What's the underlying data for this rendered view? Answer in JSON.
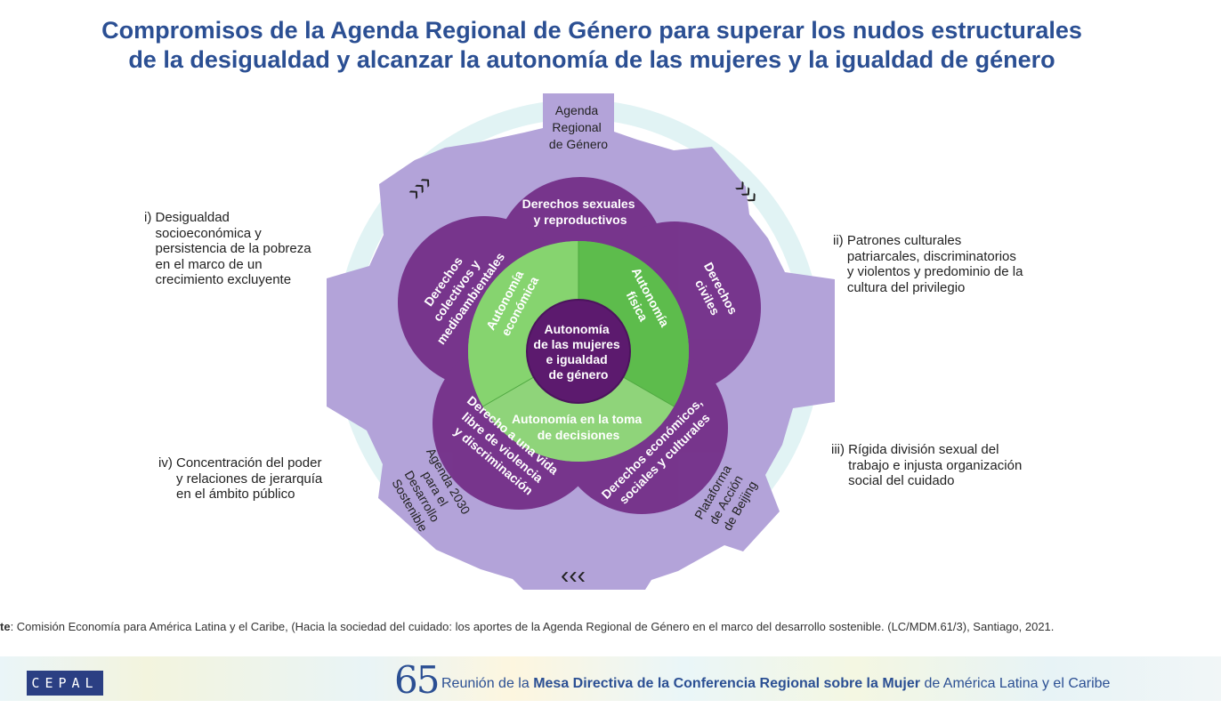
{
  "title": {
    "line1": "Compromisos de la Agenda Regional de Género para superar los nudos estructurales",
    "line2": "de la desigualdad y alcanzar la autonomía de las mujeres y la igualdad de género"
  },
  "knots": {
    "i": {
      "num": "i) ",
      "lines": [
        "Desigualdad",
        "socioeconómica y",
        "persistencia de la pobreza",
        "en el marco de un",
        "crecimiento excluyente"
      ]
    },
    "ii": {
      "num": "ii) ",
      "lines": [
        "Patrones culturales",
        "patriarcales, discriminatorios",
        "y violentos y predominio de la",
        "cultura del privilegio"
      ]
    },
    "iii": {
      "num": "iii) ",
      "lines": [
        "Rígida división sexual del",
        "trabajo e injusta organización",
        "social del cuidado"
      ]
    },
    "iv": {
      "num": "iv) ",
      "lines": [
        "Concentración del poder",
        "y relaciones de jerarquía",
        "en el ámbito público"
      ]
    }
  },
  "gear_labels": {
    "top": [
      "Agenda",
      "Regional",
      "de Género"
    ],
    "bottom_left": [
      "Agenda 2030",
      "para el",
      "Desarrollo",
      "Sostenible"
    ],
    "bottom_right": [
      "Plataforma",
      "de Acción",
      "de Beijing"
    ]
  },
  "rights": {
    "top": [
      "Derechos sexuales",
      "y reproductivos"
    ],
    "left": [
      "Derechos",
      "colectivos y",
      "medioambientales"
    ],
    "right": [
      "Derechos",
      "civiles"
    ],
    "bottom_left": [
      "Derecho a una vida",
      "libre de violencia",
      "y discriminación"
    ],
    "bottom_right": [
      "Derechos económicos,",
      "sociales y culturales"
    ]
  },
  "autonomies": {
    "economic": [
      "Autonomía",
      "económica"
    ],
    "physical": [
      "Autonomía",
      "física"
    ],
    "decisions": [
      "Autonomía en la toma",
      "de decisiones"
    ]
  },
  "center": [
    "Autonomía",
    "de las mujeres",
    "e igualdad",
    "de género"
  ],
  "source": {
    "prefix": "te",
    "text": ": Comisión Economía para América Latina y el Caribe, (Hacia la sociedad del cuidado: los aportes de la Agenda Regional de Género en el marco del desarrollo sostenible. (LC/MDM.61/3), Santiago, 2021."
  },
  "footer": {
    "logo": "CEPAL",
    "number": "65",
    "meeting_a": "Reunión de la ",
    "meeting_b": "Mesa Directiva de la Conferencia Regional sobre la Mujer",
    "meeting_c": " de América Latina y el Caribe"
  },
  "colors": {
    "title": "#2b4f93",
    "gear": "#b3a3d9",
    "purple_circle": "#6e2480",
    "green_ring": "#6cc95a",
    "center": "#5c1a6e"
  },
  "icons": [
    "chevrons-icon"
  ]
}
